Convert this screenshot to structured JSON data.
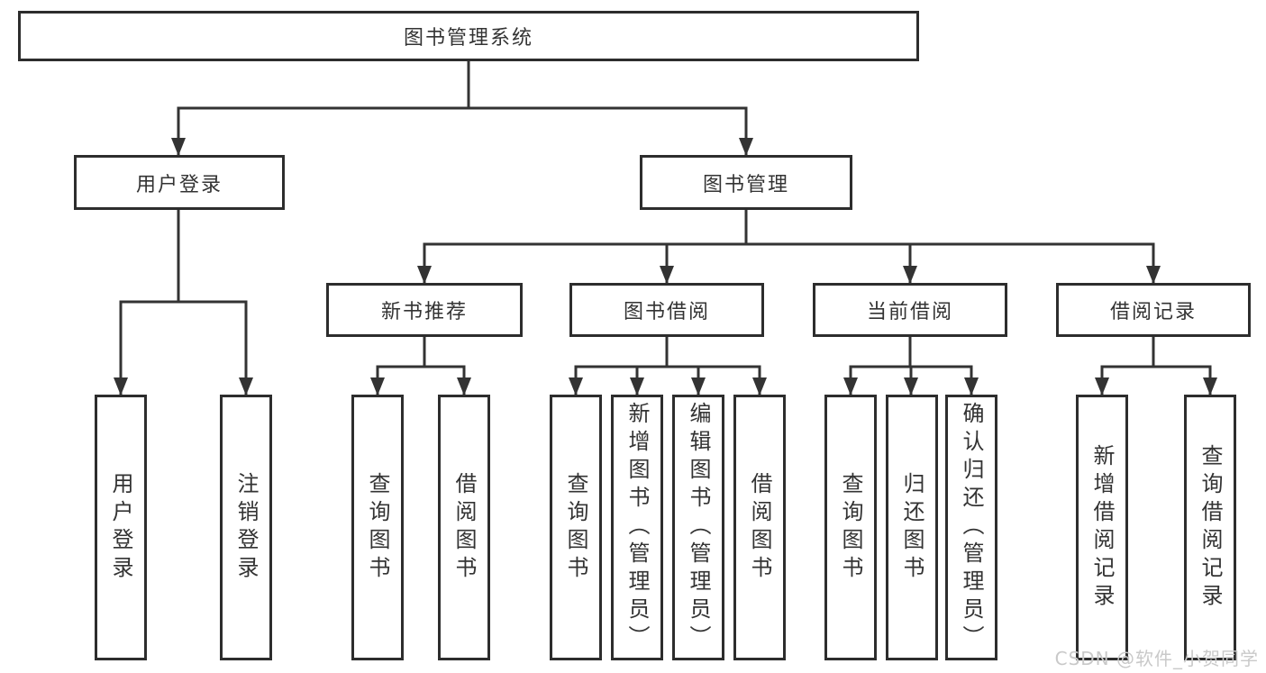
{
  "colors": {
    "line": "#333333",
    "box_border": "#2d2d2d",
    "text": "#333333",
    "watermark": "#c9c9c9",
    "background": "#ffffff"
  },
  "tree": {
    "root": "图书管理系统",
    "branches": [
      {
        "label": "用户登录",
        "children": [
          "用户登录",
          "注销登录"
        ]
      },
      {
        "label": "图书管理",
        "children": [
          {
            "label": "新书推荐",
            "children": [
              "查询图书",
              "借阅图书"
            ]
          },
          {
            "label": "图书借阅",
            "children": [
              "查询图书",
              "新增图书（管理员）",
              "编辑图书（管理员）",
              "借阅图书"
            ]
          },
          {
            "label": "当前借阅",
            "children": [
              "查询图书",
              "归还图书",
              "确认归还（管理员）"
            ]
          },
          {
            "label": "借阅记录",
            "children": [
              "新增借阅记录",
              "查询借阅记录"
            ]
          }
        ]
      }
    ]
  },
  "watermark": {
    "text": "CSDN @软件_小贺同学"
  }
}
